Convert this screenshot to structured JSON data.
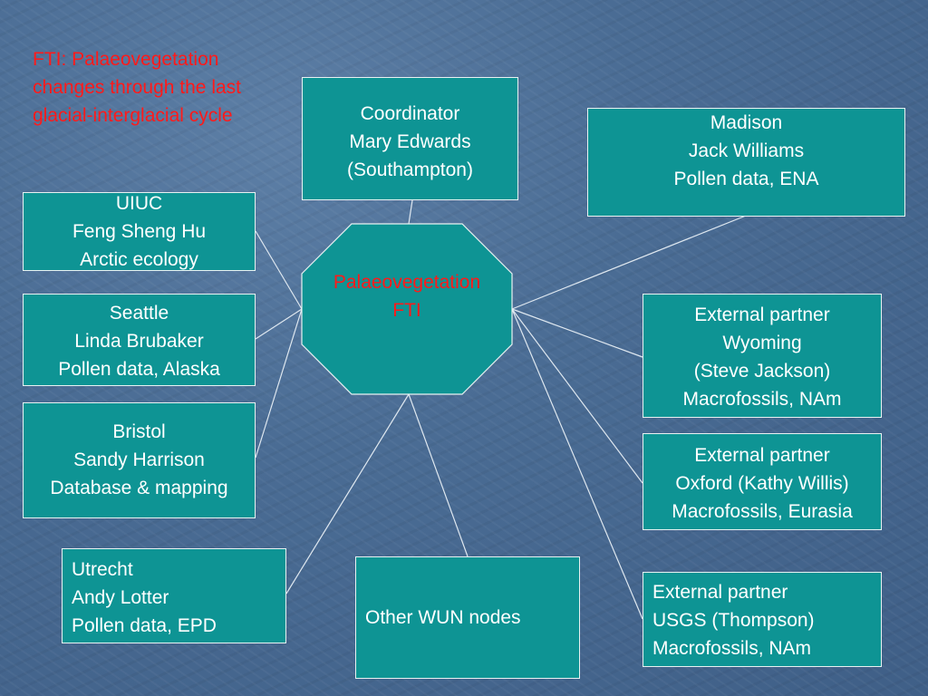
{
  "title": {
    "lines": [
      "FTI: Palaeovegetation",
      "changes through the last",
      "glacial-interglacial cycle"
    ],
    "color": "#ff1a1a"
  },
  "hub": {
    "lines": [
      "Palaeovegetation",
      "FTI"
    ],
    "text_color": "#ff1a1a",
    "fill_color": "#0e9494"
  },
  "nodes": {
    "coordinator": [
      "Coordinator",
      "Mary Edwards",
      "(Southampton)"
    ],
    "madison": [
      "Madison",
      "Jack Williams",
      "Pollen data, ENA"
    ],
    "uiuc": [
      "UIUC",
      "Feng Sheng Hu",
      "Arctic ecology"
    ],
    "seattle": [
      "Seattle",
      "Linda Brubaker",
      "Pollen data, Alaska"
    ],
    "bristol": [
      "Bristol",
      "Sandy Harrison",
      "Database & mapping"
    ],
    "utrecht": [
      "Utrecht",
      "Andy Lotter",
      "Pollen data, EPD"
    ],
    "other_wun": [
      "Other WUN nodes"
    ],
    "wyoming": [
      "External partner",
      "Wyoming",
      "(Steve Jackson)",
      "Macrofossils, NAm"
    ],
    "oxford": [
      "External partner",
      "Oxford (Kathy Willis)",
      "Macrofossils, Eurasia"
    ],
    "usgs": [
      "External partner",
      "USGS (Thompson)",
      "Macrofossils, NAm"
    ]
  },
  "colors": {
    "box_fill": "#0e9494",
    "box_border": "#e8f2f2",
    "box_text": "#ffffff",
    "connector": "#dfe8f0",
    "background": "#4a6c94"
  }
}
